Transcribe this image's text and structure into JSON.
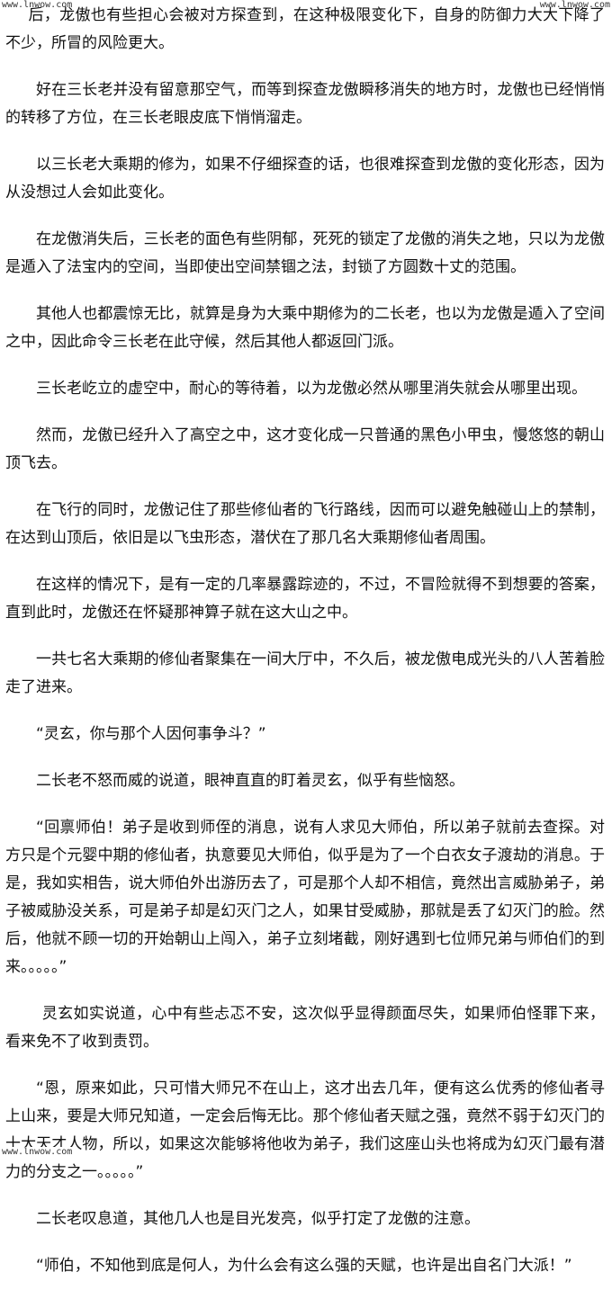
{
  "watermarks": {
    "top_left": "www.lnwow.com",
    "top_right": "www.lnwow.com",
    "bottom_left": "www.lnwow.com"
  },
  "paragraphs": [
    "后，龙傲也有些担心会被对方探查到，在这种极限变化下，自身的防御力大大下降了不少，所冒的风险更大。",
    "好在三长老并没有留意那空气，而等到探查龙傲瞬移消失的地方时，龙傲也已经悄悄的转移了方位，在三长老眼皮底下悄悄溜走。",
    "以三长老大乘期的修为，如果不仔细探查的话，也很难探查到龙傲的变化形态，因为从没想过人会如此变化。",
    "在龙傲消失后，三长老的面色有些阴郁，死死的锁定了龙傲的消失之地，只以为龙傲是遁入了法宝内的空间，当即使出空间禁锢之法，封锁了方圆数十丈的范围。",
    "其他人也都震惊无比，就算是身为大乘中期修为的二长老，也以为龙傲是遁入了空间之中，因此命令三长老在此守候，然后其他人都返回门派。",
    "三长老屹立的虚空中，耐心的等待着，以为龙傲必然从哪里消失就会从哪里出现。",
    "然而，龙傲已经升入了高空之中，这才变化成一只普通的黑色小甲虫，慢悠悠的朝山顶飞去。",
    "在飞行的同时，龙傲记住了那些修仙者的飞行路线，因而可以避免触碰山上的禁制，在达到山顶后，依旧是以飞虫形态，潜伏在了那几名大乘期修仙者周围。",
    "在这样的情况下，是有一定的几率暴露踪迹的，不过，不冒险就得不到想要的答案，直到此时，龙傲还在怀疑那神算子就在这大山之中。",
    "一共七名大乘期的修仙者聚集在一间大厅中，不久后，被龙傲电成光头的八人苦着脸走了进来。",
    "“灵玄，你与那个人因何事争斗？”",
    "二长老不怒而威的说道，眼神直直的盯着灵玄，似乎有些恼怒。",
    "“回禀师伯！弟子是收到师侄的消息，说有人求见大师伯，所以弟子就前去查探。对方只是个元婴中期的修仙者，执意要见大师伯，似乎是为了一个白衣女子渡劫的消息。于是，我如实相告，说大师伯外出游历去了，可是那个人却不相信，竟然出言威胁弟子，弟子被威胁没关系，可是弟子却是幻灭门之人，如果甘受威胁，那就是丢了幻灭门的脸。然后，他就不顾一切的开始朝山上闯入，弟子立刻堵截，刚好遇到七位师兄弟与师伯们的到来。。。。。”",
    "灵玄如实说道，心中有些忐忑不安，这次似乎显得颜面尽失，如果师伯怪罪下来，看来免不了收到责罚。",
    "“恩，原来如此，只可惜大师兄不在山上，这才出去几年，便有这么优秀的修仙者寻上山来，要是大师兄知道，一定会后悔无比。那个修仙者天赋之强，竟然不弱于幻灭门的十大天才人物，所以，如果这次能够将他收为弟子，我们这座山头也将成为幻灭门最有潜力的分支之一。。。。。”",
    "二长老叹息道，其他几人也是目光发亮，似乎打定了龙傲的注意。",
    "“师伯，不知他到底是何人，为什么会有这么强的天赋，也许是出自名门大派！”"
  ]
}
